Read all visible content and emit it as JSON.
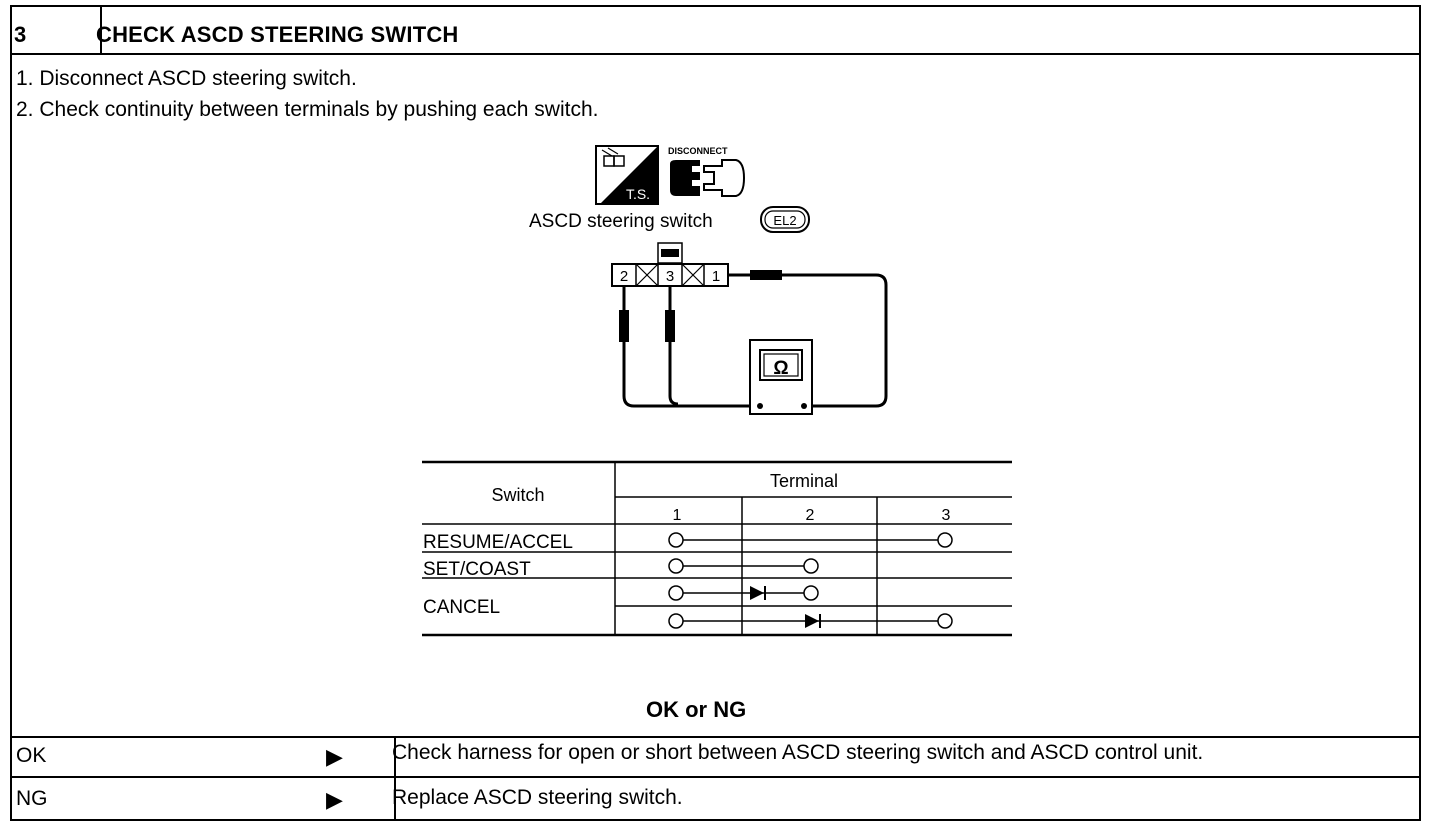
{
  "step": {
    "number": "3",
    "title": "CHECK ASCD STEERING SWITCH"
  },
  "instructions": [
    "1.  Disconnect ASCD steering switch.",
    "2.  Check continuity between terminals by pushing each switch."
  ],
  "icons": {
    "ts_label": "T.S.",
    "disconnect_label": "DISCONNECT",
    "ts_icon": "test-terminal-icon",
    "disconnect_icon": "connector-disconnect-icon"
  },
  "diagram": {
    "component_label": "ASCD  steering  switch",
    "harness_code": "EL2",
    "terminals": [
      "2",
      "3",
      "1"
    ],
    "meter_symbol": "Ω"
  },
  "continuity_table": {
    "switch_header": "Switch",
    "terminal_header": "Terminal",
    "terminal_numbers": [
      "1",
      "2",
      "3"
    ],
    "rows": [
      {
        "switch": "RESUME/ACCEL",
        "connections": [
          {
            "from": 1,
            "to": 3,
            "diode": false
          }
        ]
      },
      {
        "switch": "SET/COAST",
        "connections": [
          {
            "from": 1,
            "to": 2,
            "diode": false
          }
        ]
      },
      {
        "switch": "CANCEL",
        "connections": [
          {
            "from": 1,
            "to": 2,
            "diode": true
          },
          {
            "from": 1,
            "to": 3,
            "diode": true
          }
        ]
      }
    ]
  },
  "result_prompt": "OK or NG",
  "results": [
    {
      "label": "OK",
      "arrow": "▶",
      "action": "Check harness for open or short between ASCD steering switch and ASCD control unit."
    },
    {
      "label": "NG",
      "arrow": "▶",
      "action": "Replace ASCD steering switch."
    }
  ]
}
